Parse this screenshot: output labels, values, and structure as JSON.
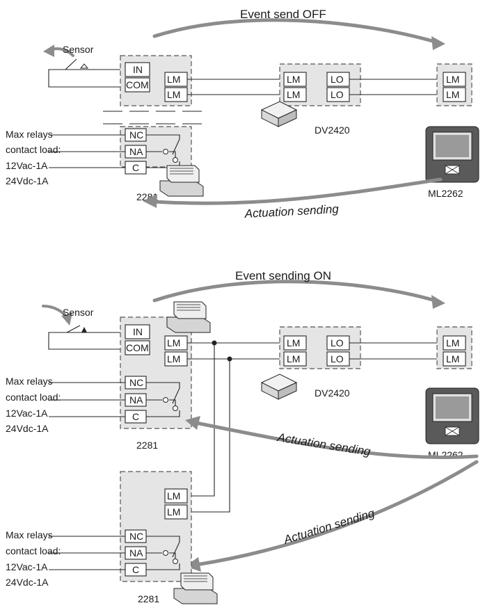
{
  "diagram1": {
    "top_arrow_label": "Event send OFF",
    "bottom_arrow_label": "Actuation sending",
    "sensor_label": "Sensor",
    "module_2281": {
      "terminals_in": [
        "IN",
        "COM"
      ],
      "terminals_lm": [
        "LM",
        "LM"
      ],
      "relay_terminals": [
        "NC",
        "NA",
        "C"
      ],
      "name": "2281"
    },
    "relay_note": [
      "Max relays",
      "contact load:",
      "12Vac-1A",
      "24Vdc-1A"
    ],
    "dv2420": {
      "left": [
        "LM",
        "LM"
      ],
      "right": [
        "LO",
        "LO"
      ],
      "name": "DV2420"
    },
    "ml2262": {
      "terminals": [
        "LM",
        "LM"
      ],
      "name": "ML2262"
    }
  },
  "diagram2": {
    "top_arrow_label": "Event sending ON",
    "mid_arrow_label": "Actuation sending",
    "low_arrow_label": "Actuation sending",
    "sensor_label": "Sensor",
    "module_2281_a": {
      "terminals_in": [
        "IN",
        "COM"
      ],
      "terminals_lm": [
        "LM",
        "LM"
      ],
      "relay_terminals": [
        "NC",
        "NA",
        "C"
      ],
      "name": "2281"
    },
    "relay_note_a": [
      "Max relays",
      "contact load:",
      "12Vac-1A",
      "24Vdc-1A"
    ],
    "dv2420": {
      "left": [
        "LM",
        "LM"
      ],
      "right": [
        "LO",
        "LO"
      ],
      "name": "DV2420"
    },
    "ml2262": {
      "terminals": [
        "LM",
        "LM"
      ],
      "name": "ML2262"
    },
    "module_2281_b": {
      "terminals_lm": [
        "LM",
        "LM"
      ],
      "relay_terminals": [
        "NC",
        "NA",
        "C"
      ],
      "name": "2281"
    },
    "relay_note_b": [
      "Max relays",
      "contact load:",
      "12Vac-1A",
      "24Vdc-1A"
    ]
  },
  "colors": {
    "arrow": "#8c8c8c",
    "box_fill": "#e5e5e5",
    "line": "#222222"
  }
}
